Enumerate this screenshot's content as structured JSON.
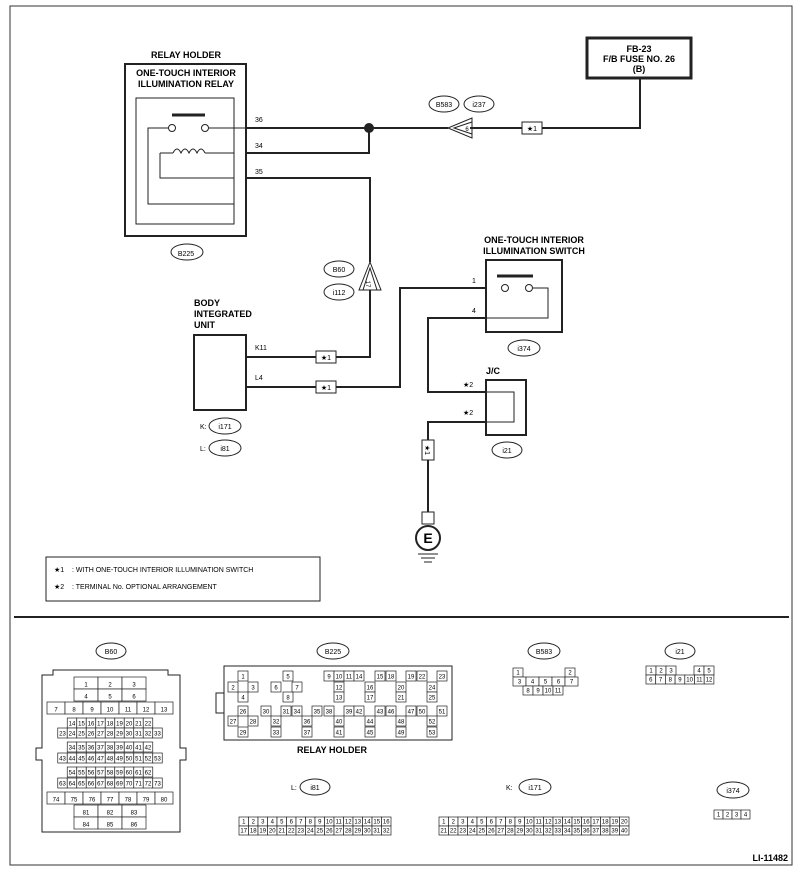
{
  "diagram_id": "LI-11482",
  "relay": {
    "holder_label": "RELAY HOLDER",
    "name_line1": "ONE-TOUCH INTERIOR",
    "name_line2": "ILLUMINATION RELAY",
    "connector": "B225",
    "terminals": [
      "36",
      "34",
      "35"
    ]
  },
  "fuse": {
    "line1": "FB-23",
    "line2": "F/B FUSE NO. 26",
    "line3": "(B)"
  },
  "joint_connector": {
    "left": "B583",
    "right": "i237",
    "pin": "6"
  },
  "connector_b60": {
    "top": "B60",
    "bottom": "i112",
    "pin": "17"
  },
  "body_unit": {
    "line1": "BODY",
    "line2": "INTEGRATED",
    "line3": "UNIT",
    "terminal_k": "K11",
    "terminal_l": "L4",
    "conn_k_prefix": "K:",
    "conn_k": "i171",
    "conn_l_prefix": "L:",
    "conn_l": "i81"
  },
  "switch": {
    "line1": "ONE-TOUCH INTERIOR",
    "line2": "ILLUMINATION SWITCH",
    "connector": "i374",
    "terminals": [
      "1",
      "4"
    ]
  },
  "jc": {
    "label": "J/C",
    "connector": "i21",
    "mark": "★2"
  },
  "star_mark": "★1",
  "ground": "E",
  "legend": [
    {
      "mark": "★1",
      "text": ": WITH ONE-TOUCH INTERIOR ILLUMINATION SWITCH"
    },
    {
      "mark": "★2",
      "text": ": TERMINAL No. OPTIONAL ARRANGEMENT"
    }
  ],
  "connectors": {
    "b60": {
      "name": "B60",
      "rows": [
        [
          "1",
          "2",
          "3"
        ],
        [
          "4",
          "5",
          "6"
        ],
        [
          "7",
          "8",
          "9",
          "10",
          "11",
          "12",
          "13"
        ],
        [
          "14",
          "15",
          "16",
          "17",
          "18",
          "19",
          "20",
          "21",
          "22"
        ],
        [
          "23",
          "24",
          "25",
          "26",
          "27",
          "28",
          "29",
          "30",
          "31",
          "32",
          "33"
        ],
        [
          "34",
          "35",
          "36",
          "37",
          "38",
          "39",
          "40",
          "41",
          "42"
        ],
        [
          "43",
          "44",
          "45",
          "46",
          "47",
          "48",
          "49",
          "50",
          "51",
          "52",
          "53"
        ],
        [
          "54",
          "55",
          "56",
          "57",
          "58",
          "59",
          "60",
          "61",
          "62"
        ],
        [
          "63",
          "64",
          "65",
          "66",
          "67",
          "68",
          "69",
          "70",
          "71",
          "72",
          "73"
        ],
        [
          "74",
          "75",
          "76",
          "77",
          "78",
          "79",
          "80"
        ],
        [
          "81",
          "82",
          "83"
        ],
        [
          "84",
          "85",
          "86"
        ]
      ]
    },
    "b225": {
      "name": "B225",
      "caption": "RELAY HOLDER",
      "pins": [
        "1",
        "2",
        "3",
        "4",
        "5",
        "6",
        "7",
        "8",
        "9",
        "10",
        "11",
        "12",
        "13",
        "14",
        "15",
        "16",
        "17",
        "18",
        "19",
        "20",
        "21",
        "22",
        "23",
        "24",
        "25",
        "26",
        "27",
        "28",
        "29",
        "30",
        "31",
        "32",
        "33",
        "34",
        "35",
        "36",
        "37",
        "38",
        "39",
        "40",
        "41",
        "42",
        "43",
        "44",
        "45",
        "46",
        "47",
        "48",
        "49",
        "50",
        "51",
        "52",
        "53"
      ]
    },
    "b583": {
      "name": "B583",
      "rows": [
        [
          "1",
          "2"
        ],
        [
          "3",
          "4",
          "5",
          "6",
          "7"
        ],
        [
          "8",
          "9",
          "10",
          "11"
        ]
      ]
    },
    "i21": {
      "name": "i21",
      "rows": [
        [
          "1",
          "2",
          "3",
          "4",
          "5"
        ],
        [
          "6",
          "7",
          "8",
          "9",
          "10",
          "11",
          "12"
        ]
      ]
    },
    "i81": {
      "prefix": "L:",
      "name": "i81",
      "rows": [
        [
          "1",
          "2",
          "3",
          "4",
          "5",
          "6",
          "7",
          "8",
          "9",
          "10",
          "11",
          "12",
          "13",
          "14",
          "15",
          "16"
        ],
        [
          "17",
          "18",
          "19",
          "20",
          "21",
          "22",
          "23",
          "24",
          "25",
          "26",
          "27",
          "28",
          "29",
          "30",
          "31",
          "32"
        ]
      ]
    },
    "i171": {
      "prefix": "K:",
      "name": "i171",
      "rows": [
        [
          "1",
          "2",
          "3",
          "4",
          "5",
          "6",
          "7",
          "8",
          "9",
          "10",
          "11",
          "12",
          "13",
          "14",
          "15",
          "16",
          "17",
          "18",
          "19",
          "20"
        ],
        [
          "21",
          "22",
          "23",
          "24",
          "25",
          "26",
          "27",
          "28",
          "29",
          "30",
          "31",
          "32",
          "33",
          "34",
          "35",
          "36",
          "37",
          "38",
          "39",
          "40"
        ]
      ]
    },
    "i374": {
      "name": "i374",
      "rows": [
        [
          "1",
          "2",
          "3",
          "4"
        ]
      ]
    }
  }
}
